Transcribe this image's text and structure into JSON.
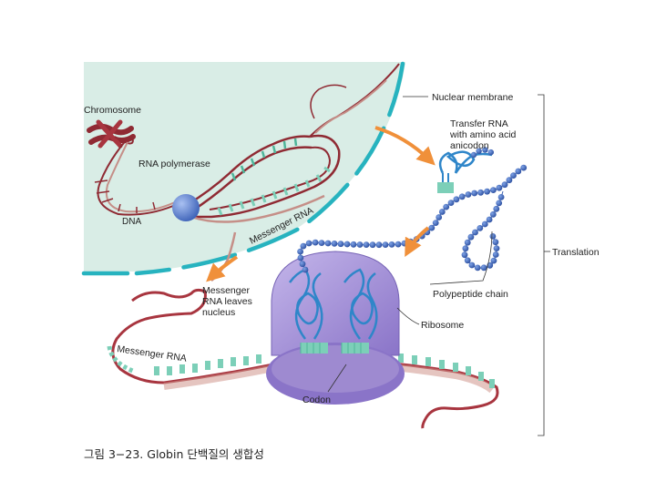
{
  "labels": {
    "chromosome": "Chromosome",
    "rna_polymerase": "RNA polymerase",
    "dna": "DNA",
    "messenger_rna_top": "Messenger RNA",
    "nuclear_membrane": "Nuclear membrane",
    "transfer_rna_1": "Transfer RNA",
    "transfer_rna_2": "with amino acid",
    "transfer_rna_3": "anicodon",
    "translation": "Translation",
    "polypeptide_chain": "Polypeptide chain",
    "ribosome": "Ribosome",
    "mrna_leaves_1": "Messenger",
    "mrna_leaves_2": "RNA leaves",
    "mrna_leaves_3": "nucleus",
    "messenger_rna_bottom": "Messenger RNA",
    "codon": "Codon"
  },
  "caption": "그림 3−23. Globin 단백질의 생합성",
  "colors": {
    "nucleus_fill": "#d9ede6",
    "nuclear_membrane": "#27b3bf",
    "dna_strand": "#8f2a33",
    "mrna_strand": "#c58f88",
    "rna_polymerase": "#5f86d9",
    "ribosome": "#9e8ad0",
    "ribosome_dark": "#7663b5",
    "amino_acid": "#4a74c4",
    "trna": "#2f86c9",
    "trna_base": "#7ccfb8",
    "arrow": "#f0903a"
  }
}
